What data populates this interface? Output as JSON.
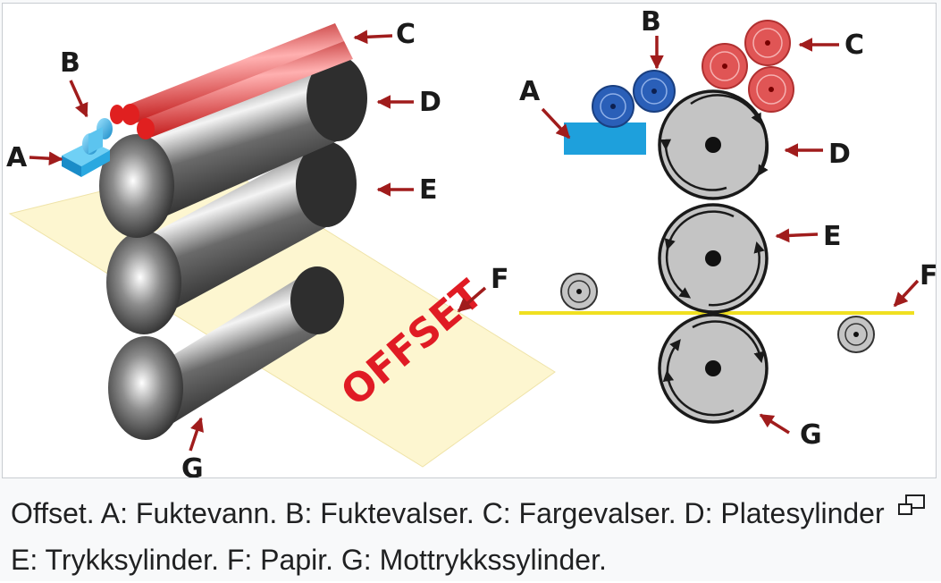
{
  "diagram": {
    "labels": [
      "A",
      "B",
      "C",
      "D",
      "E",
      "F",
      "G"
    ],
    "paper_text": "OFFSET"
  },
  "caption": {
    "text": "Offset. A: Fuktevann. B: Fuktevalser. C: Fargevalser. D: Platesylinder E: Trykksylinder. F: Papir. G: Mottrykkssylinder."
  },
  "icons": {
    "enlarge": "enlarge-icon"
  },
  "colors": {
    "arrow": "#a01c1c",
    "ink_roller": "#e05555",
    "water_roller": "#2a5fb8",
    "fountain": "#1ea0dc",
    "paper": "#fdf6d0",
    "paper_line": "#f0e020",
    "cylinder": "#c4c4c4"
  }
}
